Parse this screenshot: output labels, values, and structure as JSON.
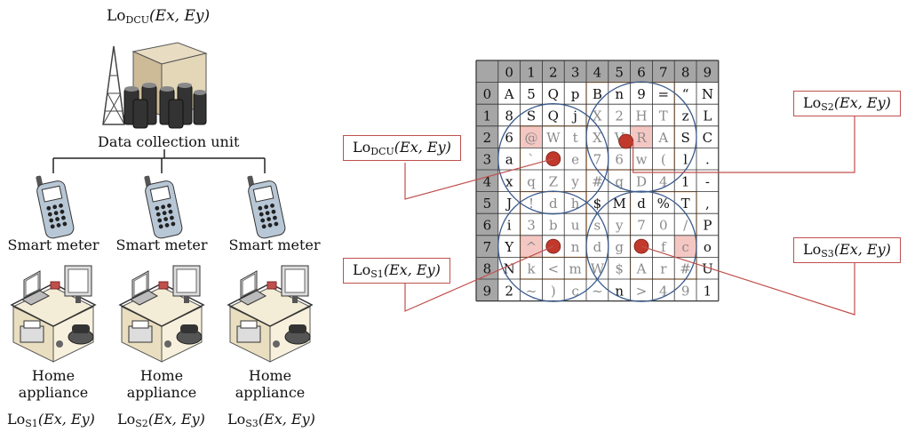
{
  "left": {
    "dcu_label": {
      "pre": "Lo",
      "sub": "DCU",
      "args": "(Ex, Ey)"
    },
    "dcu_caption": "Data collection unit",
    "meters": [
      "Smart meter",
      "Smart meter",
      "Smart meter"
    ],
    "homes": [
      {
        "line1": "Home",
        "line2": "appliance",
        "pre": "Lo",
        "sub": "S1",
        "args": "(Ex, Ey)"
      },
      {
        "line1": "Home",
        "line2": "appliance",
        "pre": "Lo",
        "sub": "S2",
        "args": "(Ex, Ey)"
      },
      {
        "line1": "Home",
        "line2": "appliance",
        "pre": "Lo",
        "sub": "S3",
        "args": "(Ex, Ey)"
      }
    ]
  },
  "grid": {
    "col_headers": [
      "0",
      "1",
      "2",
      "3",
      "4",
      "5",
      "6",
      "7",
      "8",
      "9"
    ],
    "row_headers": [
      "0",
      "1",
      "2",
      "3",
      "4",
      "5",
      "6",
      "7",
      "8",
      "9"
    ],
    "cells": [
      [
        "A",
        "5",
        "Q",
        "p",
        "B",
        "n",
        "9",
        "=",
        "“",
        "N"
      ],
      [
        "8",
        "S",
        "Q",
        "j",
        "X",
        "2",
        "H",
        "T",
        "z",
        "L"
      ],
      [
        "6",
        "@",
        "W",
        "t",
        "X",
        "V",
        "R",
        "A",
        "S",
        "C"
      ],
      [
        "a",
        "`",
        "z",
        "e",
        "7",
        "6",
        "w",
        "(",
        "l",
        "."
      ],
      [
        "x",
        "q",
        "Z",
        "y",
        "#",
        "q",
        "D",
        "4",
        "1",
        "-"
      ],
      [
        "J",
        "!",
        "d",
        "h",
        "$",
        "M",
        "d",
        "%",
        "T",
        ","
      ],
      [
        "i",
        "3",
        "b",
        "u",
        "s",
        "y",
        "7",
        "0",
        "/",
        "P"
      ],
      [
        "Y",
        "^",
        "%",
        "n",
        "d",
        "g",
        "?",
        "f",
        "c",
        "o"
      ],
      [
        "N",
        "k",
        "<",
        "m",
        "W",
        "$",
        "A",
        "r",
        "#",
        "U"
      ],
      [
        "2",
        "~",
        ")",
        "c",
        "~",
        "n",
        ">",
        "4",
        "9",
        "1"
      ]
    ],
    "highlighted": [
      [
        2,
        1
      ],
      [
        2,
        6
      ],
      [
        7,
        1
      ],
      [
        7,
        8
      ]
    ]
  },
  "callouts": [
    {
      "id": "dcu",
      "pre": "Lo",
      "sub": "DCU",
      "args": "(Ex, Ey)"
    },
    {
      "id": "s1",
      "pre": "Lo",
      "sub": "S1",
      "args": "(Ex, Ey)"
    },
    {
      "id": "s2",
      "pre": "Lo",
      "sub": "S2",
      "args": "(Ex, Ey)"
    },
    {
      "id": "s3",
      "pre": "Lo",
      "sub": "S3",
      "args": "(Ex, Ey)"
    }
  ],
  "colors": {
    "highlight": "#f4c7c3",
    "marker": "#c0392b",
    "circle": "#3a5a8c",
    "orange": "#e8a060",
    "callout": "#c0504d",
    "header": "#a6a6a6"
  }
}
